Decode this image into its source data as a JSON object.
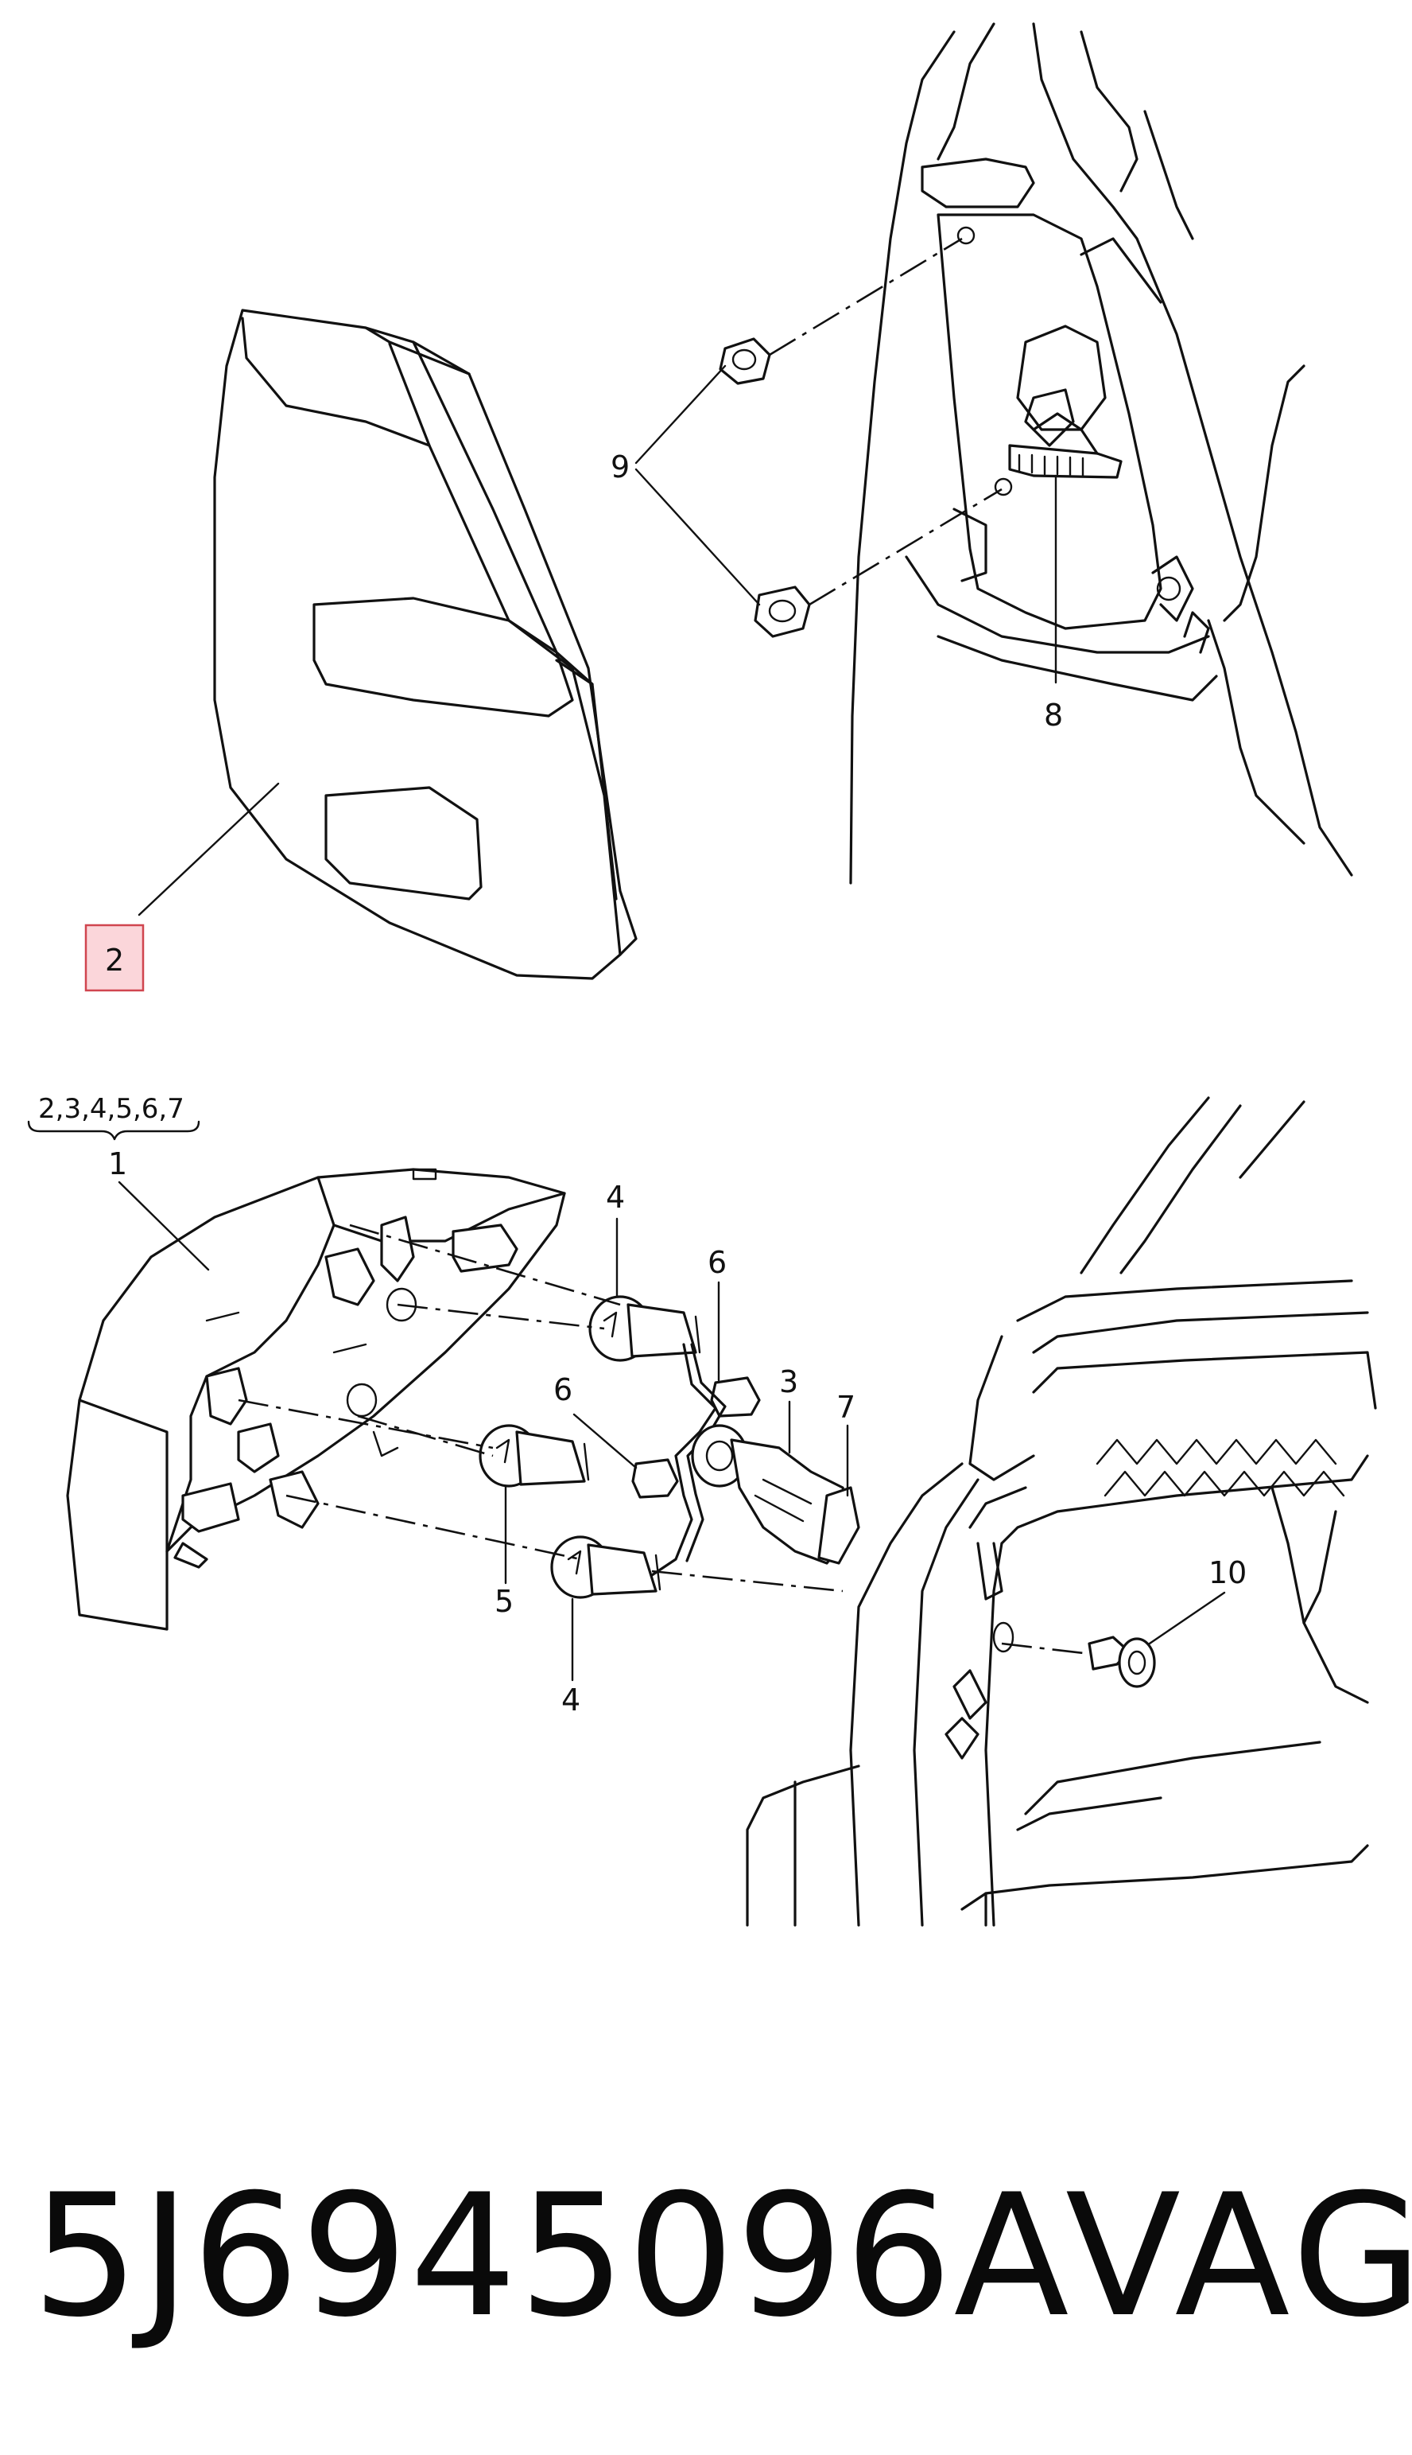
{
  "callouts": {
    "c1": "1",
    "c2": "2",
    "c3": "3",
    "c4a": "4",
    "c4b": "4",
    "c5": "5",
    "c6a": "6",
    "c6b": "6",
    "c7": "7",
    "c8": "8",
    "c9": "9",
    "c10": "10",
    "group": "2,3,4,5,6,7"
  },
  "highlight_color": "#fbd6da",
  "footer": {
    "part_number": "5J6945096A",
    "brand": "VAG"
  }
}
